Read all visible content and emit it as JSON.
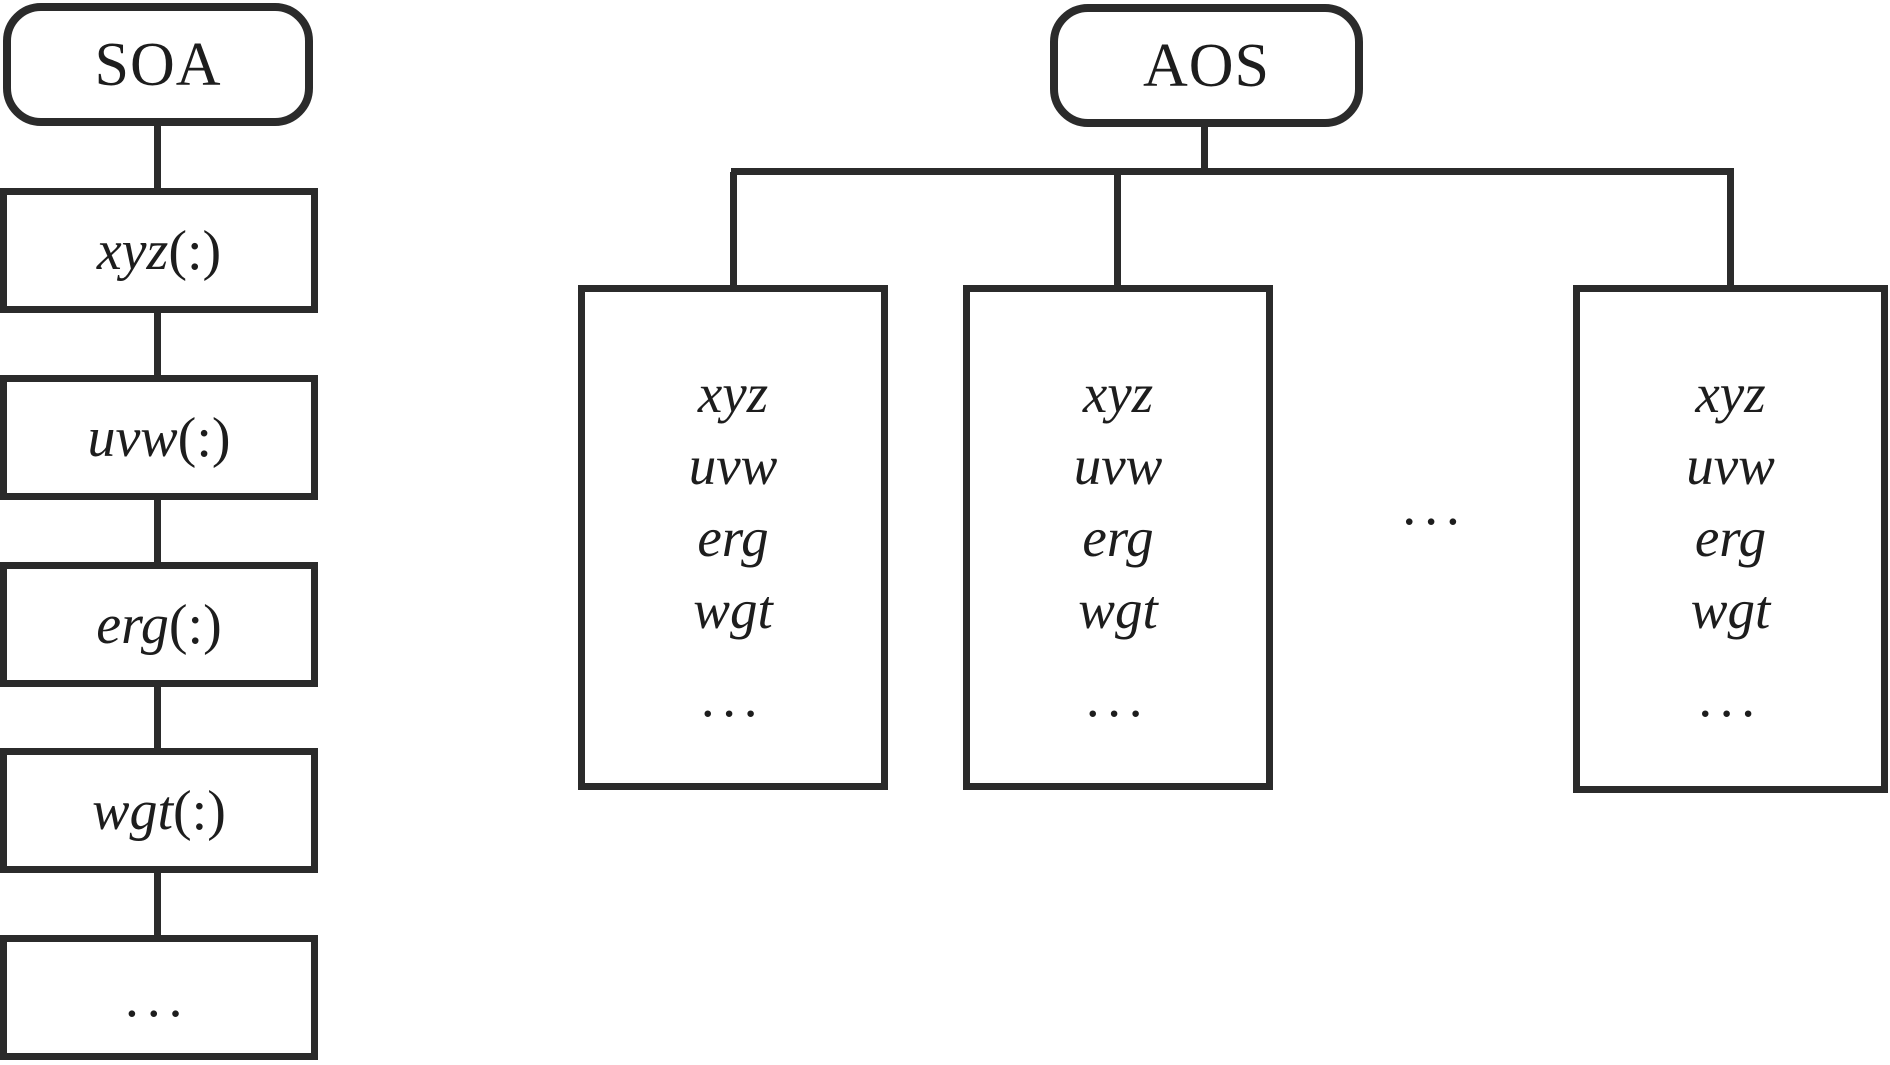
{
  "figure": {
    "background": "#ffffff",
    "stroke_color": "#2b2b2b",
    "text_color": "#1d1d1d"
  },
  "soa": {
    "title": "SOA",
    "rows": [
      {
        "var": "xyz",
        "suffix": "(:)"
      },
      {
        "var": "uvw",
        "suffix": "(:)"
      },
      {
        "var": "erg",
        "suffix": "(:)"
      },
      {
        "var": "wgt",
        "suffix": "(:)"
      },
      {
        "var": "...",
        "suffix": ""
      }
    ]
  },
  "aos": {
    "title": "AOS",
    "fields": [
      "xyz",
      "uvw",
      "erg",
      "wgt",
      "..."
    ],
    "ellipsis_between_columns": "..."
  }
}
